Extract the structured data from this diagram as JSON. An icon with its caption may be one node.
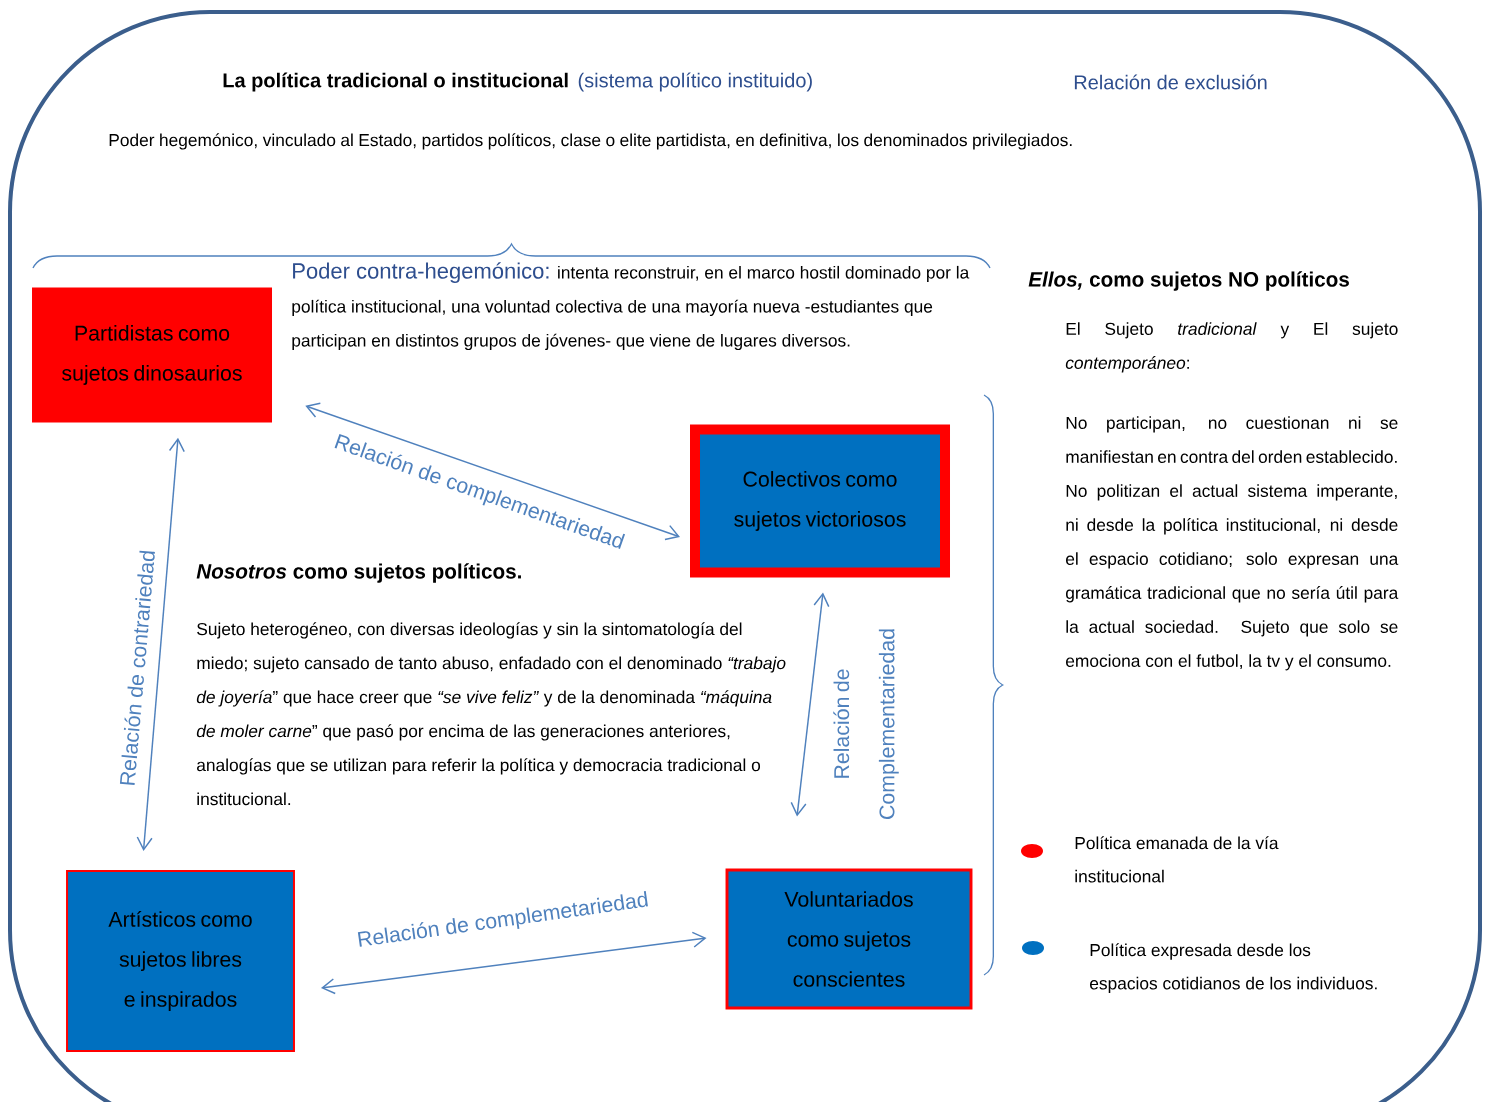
{
  "diagram": {
    "title": "La política tradicional o institucional",
    "nodes": [
      {
        "text": [
          "Partidistas como sujetos dinosaurios"
        ]
      },
      {
        "text": [
          "Colectivos como sujetos victoriosos"
        ]
      },
      {
        "text": [
          "Artísticos como sujetos libres e inspirados"
        ]
      },
      {
        "text": [
          "Voluntariados como sujetos conscientes"
        ]
      }
    ],
    "edges": [
      {
        "from": 0,
        "to": 1,
        "arrow": "both",
        "label": "Relación de complementariedad"
      },
      {
        "from": 0,
        "to": 2,
        "arrow": "both",
        "label": "Relación de contrariedad"
      },
      {
        "from": 1,
        "to": 3,
        "arrow": "both",
        "label": "Relación de Complementariedad"
      },
      {
        "from": 3,
        "to": 2,
        "arrow": "both",
        "label": "Relación de complemetariedad"
      }
    ],
    "labels": [
      "(sistema político instituido)",
      "Relación de exclusión",
      "Poder hegemónico, vinculado al Estado, partidos políticos, clase o elite partidista, en definitiva, los denominados privilegiados.",
      "Poder contra-hegemónico:",
      "intenta reconstruir, en el marco hostil dominado por la política institucional, una voluntad colectiva de una mayoría nueva -estudiantes que participan en distintos grupos de jóvenes- que viene de lugares diversos.",
      "*Nosotros* como sujetos políticos.",
      "Sujeto heterogéneo, con diversas ideologías y sin la sintomatología del miedo; sujeto cansado de tanto abuso, enfadado con el denominado *“trabajo de joyería*” que hace creer que *“se vive feliz”* y de la denominada *“máquina de moler carne*” que pasó por encima de las generaciones anteriores, analogías que se utilizan para referir la política y democracia tradicional o institucional.",
      "*Ellos,* como sujetos NO políticos",
      "El Sujeto *tradicional* y El sujeto *contemporáneo*:",
      "No participan, no cuestionan ni se manifiestan en contra del orden establecido. No politizan el actual sistema imperante, ni desde la política institucional, ni desde el espacio cotidiano; solo expresan una gramática tradicional que no sería útil para la actual sociedad. Sujeto que solo se emociona con el futbol, la tv y el consumo."
    ],
    "legend": [
      {
        "text": "Política emanada de la vía institucional",
        "color": "#ff0000"
      },
      {
        "text": "Política expresada desde los espacios cotidianos de los individuos.",
        "color": "#0070c0"
      }
    ]
  }
}
